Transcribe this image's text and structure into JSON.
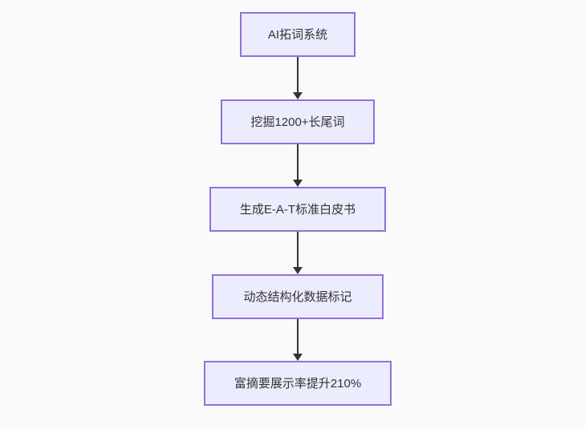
{
  "diagram": {
    "type": "flowchart",
    "direction": "top-down",
    "nodes": [
      {
        "id": "step-1",
        "label": "AI拓词系统"
      },
      {
        "id": "step-2",
        "label": "挖掘1200+长尾词"
      },
      {
        "id": "step-3",
        "label": "生成E-A-T标准白皮书"
      },
      {
        "id": "step-4",
        "label": "动态结构化数据标记"
      },
      {
        "id": "step-5",
        "label": "富摘要展示率提升210%"
      }
    ],
    "edges": [
      {
        "from": "step-1",
        "to": "step-2",
        "style": "arrow"
      },
      {
        "from": "step-2",
        "to": "step-3",
        "style": "arrow"
      },
      {
        "from": "step-3",
        "to": "step-4",
        "style": "arrow"
      },
      {
        "from": "step-4",
        "to": "step-5",
        "style": "arrow"
      }
    ]
  },
  "colors": {
    "node_fill": "#ECECFF",
    "node_border": "#9370DB",
    "node_text": "#333333",
    "arrow": "#333333",
    "background": "#FAFAFA"
  }
}
